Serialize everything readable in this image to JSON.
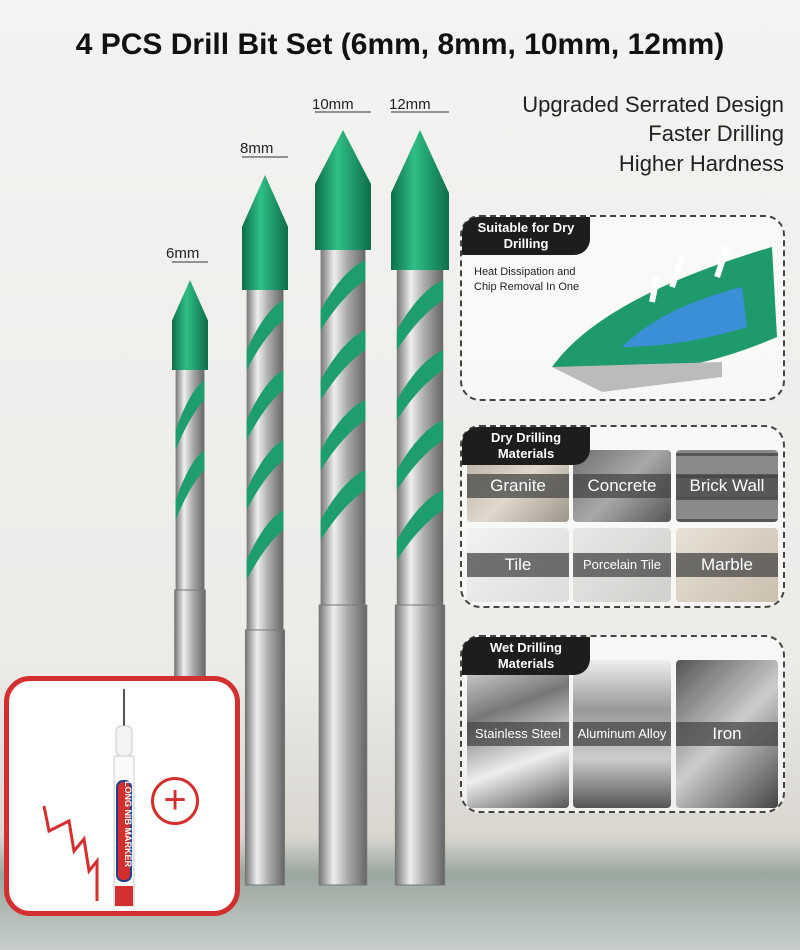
{
  "title": "4 PCS Drill Bit Set (6mm, 8mm, 10mm, 12mm)",
  "features": [
    "Upgraded Serrated Design",
    "Faster Drilling",
    "Higher Hardness"
  ],
  "sizes": [
    "6mm",
    "8mm",
    "10mm",
    "12mm"
  ],
  "dry_panel": {
    "tag": "Suitable for Dry Drilling",
    "text_line1": "Heat Dissipation and",
    "text_line2": "Chip Removal In One"
  },
  "dry_materials": {
    "tag": "Dry Drilling Materials",
    "items": [
      "Granite",
      "Concrete",
      "Brick Wall",
      "Tile",
      "Porcelain Tile",
      "Marble"
    ]
  },
  "wet_materials": {
    "tag": "Wet Drilling Materials",
    "items": [
      "Stainless Steel",
      "Aluminum Alloy",
      "Iron"
    ]
  },
  "marker": {
    "label": "LONG NIB MARKER",
    "plus": "+"
  },
  "colors": {
    "green": "#1e9e6e",
    "accent_red": "#d32f2f"
  }
}
